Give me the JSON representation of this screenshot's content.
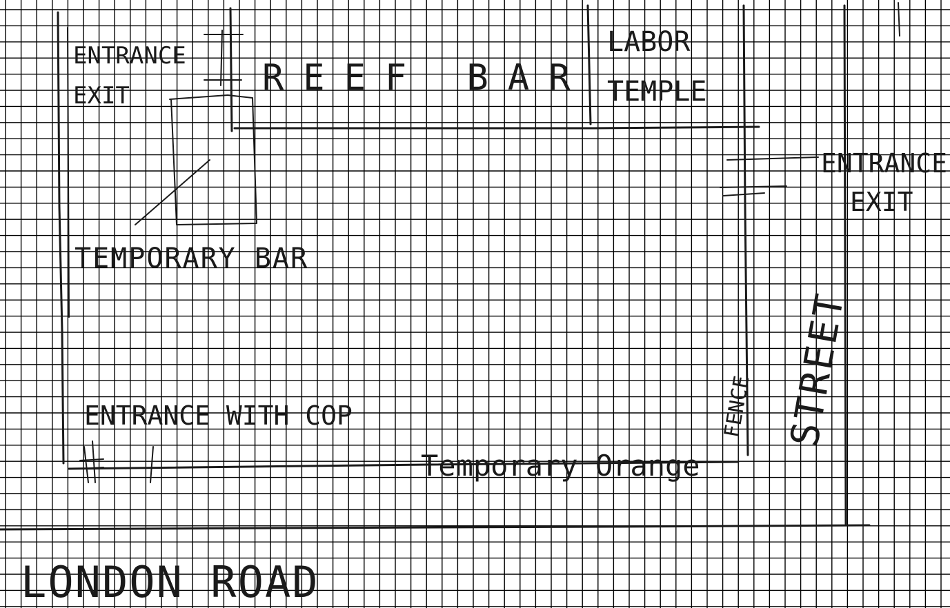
{
  "sketch": {
    "labels": {
      "entrance_exit_left": [
        "ENTRANCE",
        "EXIT"
      ],
      "reef_bar": "REEF BAR",
      "labor_temple": [
        "LABOR",
        "TEMPLE"
      ],
      "entrance_exit_right": [
        "ENTRANCE",
        "EXIT"
      ],
      "temporary_bar": "TEMPORARY BAR",
      "street": "STREET",
      "fence": "FENCE",
      "entrance_with_cop": "ENTRANCE WITH COP",
      "temporary_orange": "Temporary Orange",
      "london_road": "LONDON ROAD"
    },
    "colors": {
      "grid": "#000000",
      "ink": "#1a1a1a",
      "paper": "#ffffff"
    }
  }
}
